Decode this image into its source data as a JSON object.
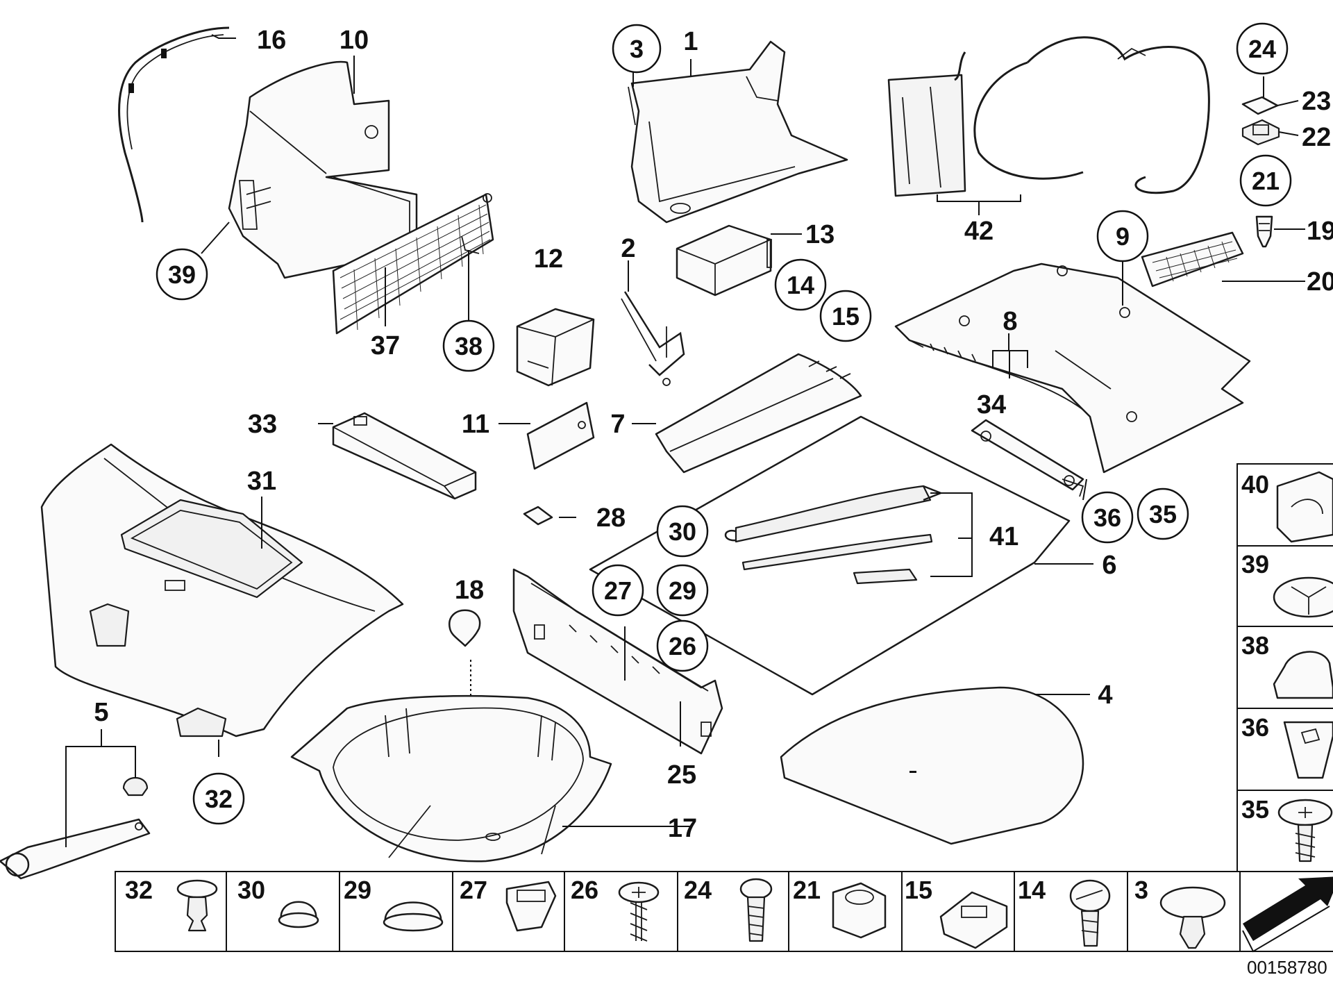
{
  "diagram_id": "00158780",
  "callouts": {
    "c1": "1",
    "c2": "2",
    "c3": "3",
    "c4": "4",
    "c5": "5",
    "c6": "6",
    "c7": "7",
    "c8": "8",
    "c9": "9",
    "c10": "10",
    "c11": "11",
    "c12": "12",
    "c13": "13",
    "c14": "14",
    "c15": "15",
    "c16": "16",
    "c17": "17",
    "c18": "18",
    "c19": "19",
    "c20": "20",
    "c21": "21",
    "c22": "22",
    "c23": "23",
    "c24": "24",
    "c25": "25",
    "c26": "26",
    "c27": "27",
    "c28": "28",
    "c29": "29",
    "c30": "30",
    "c31": "31",
    "c32": "32",
    "c33": "33",
    "c34": "34",
    "c35": "35",
    "c36": "36",
    "c37": "37",
    "c38": "38",
    "c39": "39",
    "c41": "41",
    "c42": "42"
  },
  "side_panel": [
    "40",
    "39",
    "38",
    "36",
    "35"
  ],
  "bottom_strip": [
    "32",
    "30",
    "29",
    "27",
    "26",
    "24",
    "21",
    "15",
    "14",
    "3"
  ]
}
